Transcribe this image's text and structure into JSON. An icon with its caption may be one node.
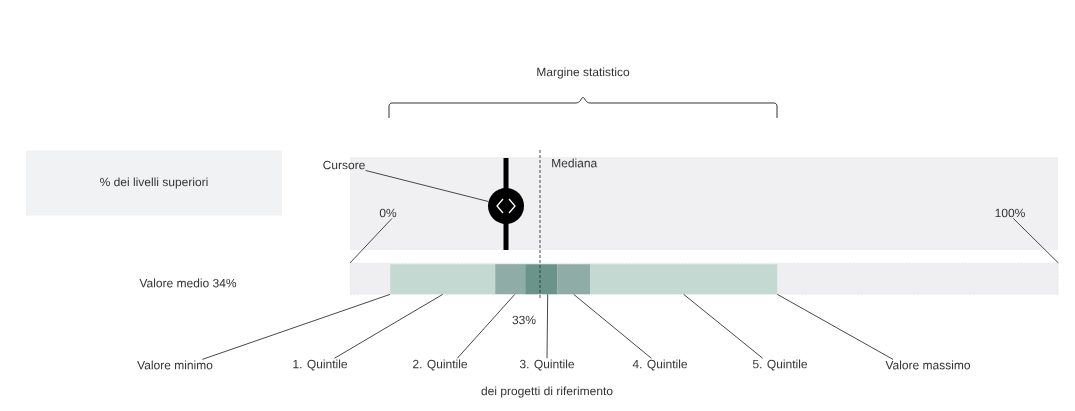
{
  "diagram": {
    "nodes": [
      {
        "text": [
          "% dei livelli superiori"
        ]
      },
      {
        "text": [
          "Cursore"
        ]
      },
      {
        "text": [],
        "shape": "circle"
      },
      {
        "text": [
          "0%"
        ]
      },
      {
        "text": [
          "100%"
        ]
      },
      {
        "text": [],
        "shape": "bar"
      },
      {
        "text": [],
        "shape": "bar",
        "in": 5
      },
      {
        "text": [],
        "shape": "bar",
        "in": 5
      },
      {
        "text": [],
        "shape": "bar",
        "in": 5
      },
      {
        "text": [],
        "shape": "bar",
        "in": 5
      },
      {
        "text": [],
        "shape": "bar",
        "in": 5
      },
      {
        "text": [
          "Valore minimo"
        ]
      },
      {
        "text": [
          "1. Quintile"
        ]
      },
      {
        "text": [
          "2. Quintile"
        ]
      },
      {
        "text": [
          "3. Quintile"
        ]
      },
      {
        "text": [
          "4. Quintile"
        ]
      },
      {
        "text": [
          "5. Quintile"
        ]
      },
      {
        "text": [
          "Valore massimo"
        ]
      }
    ],
    "edges": [
      {
        "from": 1,
        "to": 2,
        "arrow": "none"
      },
      {
        "from": 3,
        "to": 5,
        "arrow": "none"
      },
      {
        "from": 4,
        "to": 5,
        "arrow": "none"
      },
      {
        "from": 11,
        "to": 6,
        "arrow": "none"
      },
      {
        "from": 12,
        "to": 6,
        "arrow": "none"
      },
      {
        "from": 13,
        "to": 7,
        "arrow": "none"
      },
      {
        "from": 14,
        "to": 8,
        "arrow": "none"
      },
      {
        "from": 15,
        "to": 9,
        "arrow": "none"
      },
      {
        "from": 16,
        "to": 10,
        "arrow": "none"
      },
      {
        "from": 17,
        "to": 10,
        "arrow": "none"
      }
    ],
    "labels": [
      "Margine statistico",
      "Mediana",
      "Valore medio  34%",
      "33%",
      "dei progetti di riferimento"
    ]
  }
}
